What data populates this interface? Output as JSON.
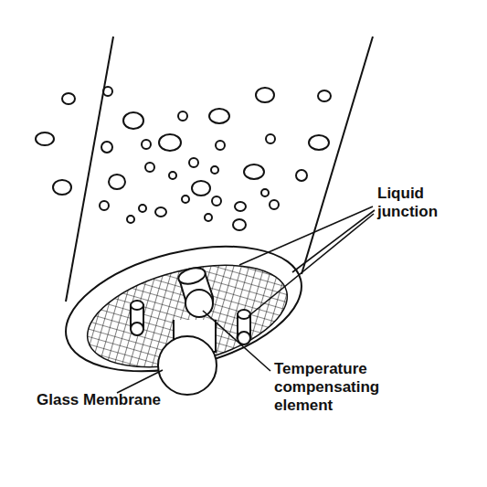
{
  "diagram": {
    "labels": [
      "Liquid junction",
      "Glass Membrane",
      "Temperature compensating element"
    ]
  }
}
